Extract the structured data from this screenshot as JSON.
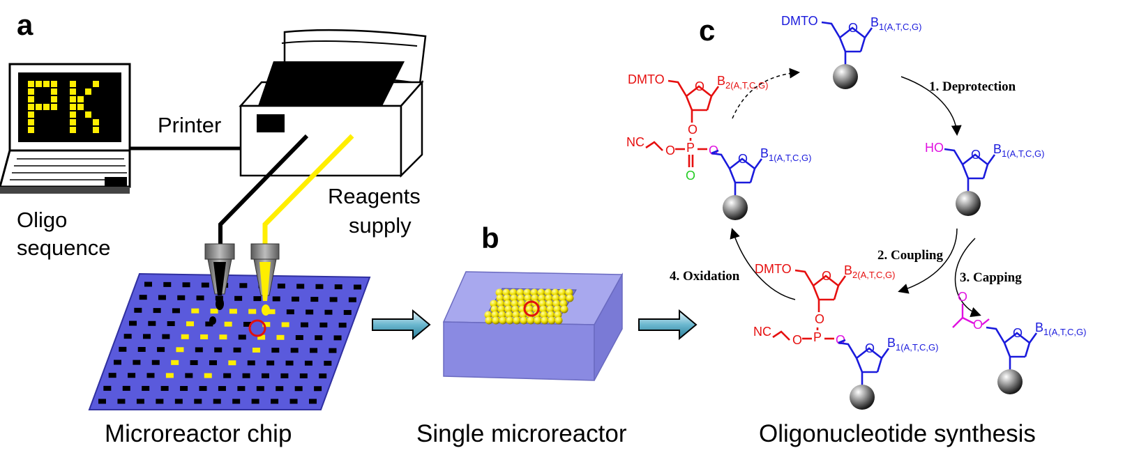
{
  "panels": {
    "a": "a",
    "b": "b",
    "c": "c"
  },
  "labels": {
    "printer": "Printer",
    "reagents_1": "Reagents",
    "reagents_2": "supply",
    "oligo_1": "Oligo",
    "oligo_2": "sequence",
    "screen_text": "PK"
  },
  "captions": {
    "chip": "Microreactor chip",
    "single": "Single microreactor",
    "synthesis": "Oligonucleotide synthesis"
  },
  "steps": {
    "deprotection": "1. Deprotection",
    "coupling": "2. Coupling",
    "capping": "3. Capping",
    "oxidation": "4. Oxidation"
  },
  "chem": {
    "dmto": "DMTO",
    "ho": "HO",
    "b1": "B",
    "b1_sub": "1(A,T,C,G)",
    "b2": "B",
    "b2_sub": "2(A,T,C,G)",
    "nc": "NC",
    "o": "O",
    "p": "P"
  },
  "colors": {
    "chip": "#5a5adc",
    "reagent": "#ffee00",
    "highlight": "#e01010",
    "nucleoside_blue": "#1a1adc",
    "incoming_red": "#e60f0f",
    "linker_magenta": "#e010e0",
    "oxo_green": "#22cc22"
  }
}
